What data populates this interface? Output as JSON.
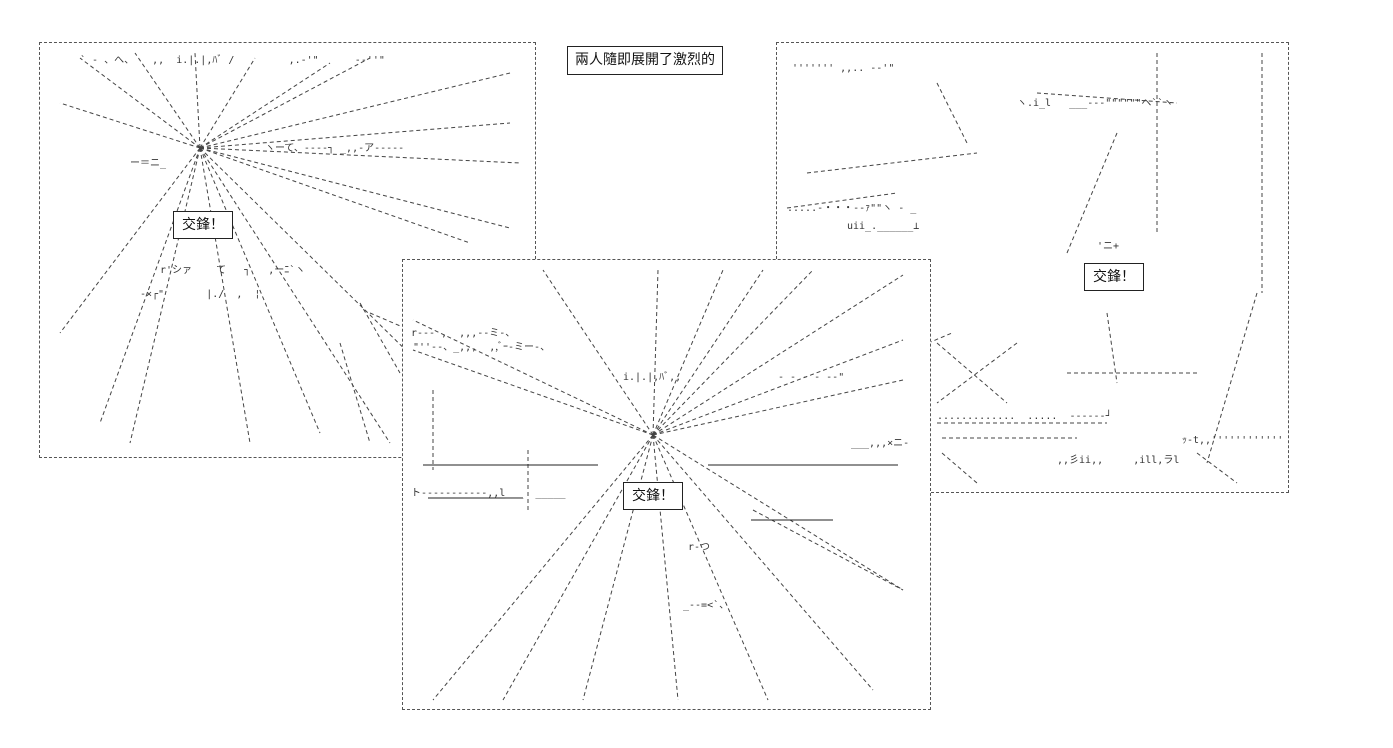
{
  "caption": "兩人隨即展開了激烈的",
  "panels": [
    {
      "label": "交鋒！"
    },
    {
      "label": "交鋒！"
    },
    {
      "label": "交鋒！"
    }
  ]
}
